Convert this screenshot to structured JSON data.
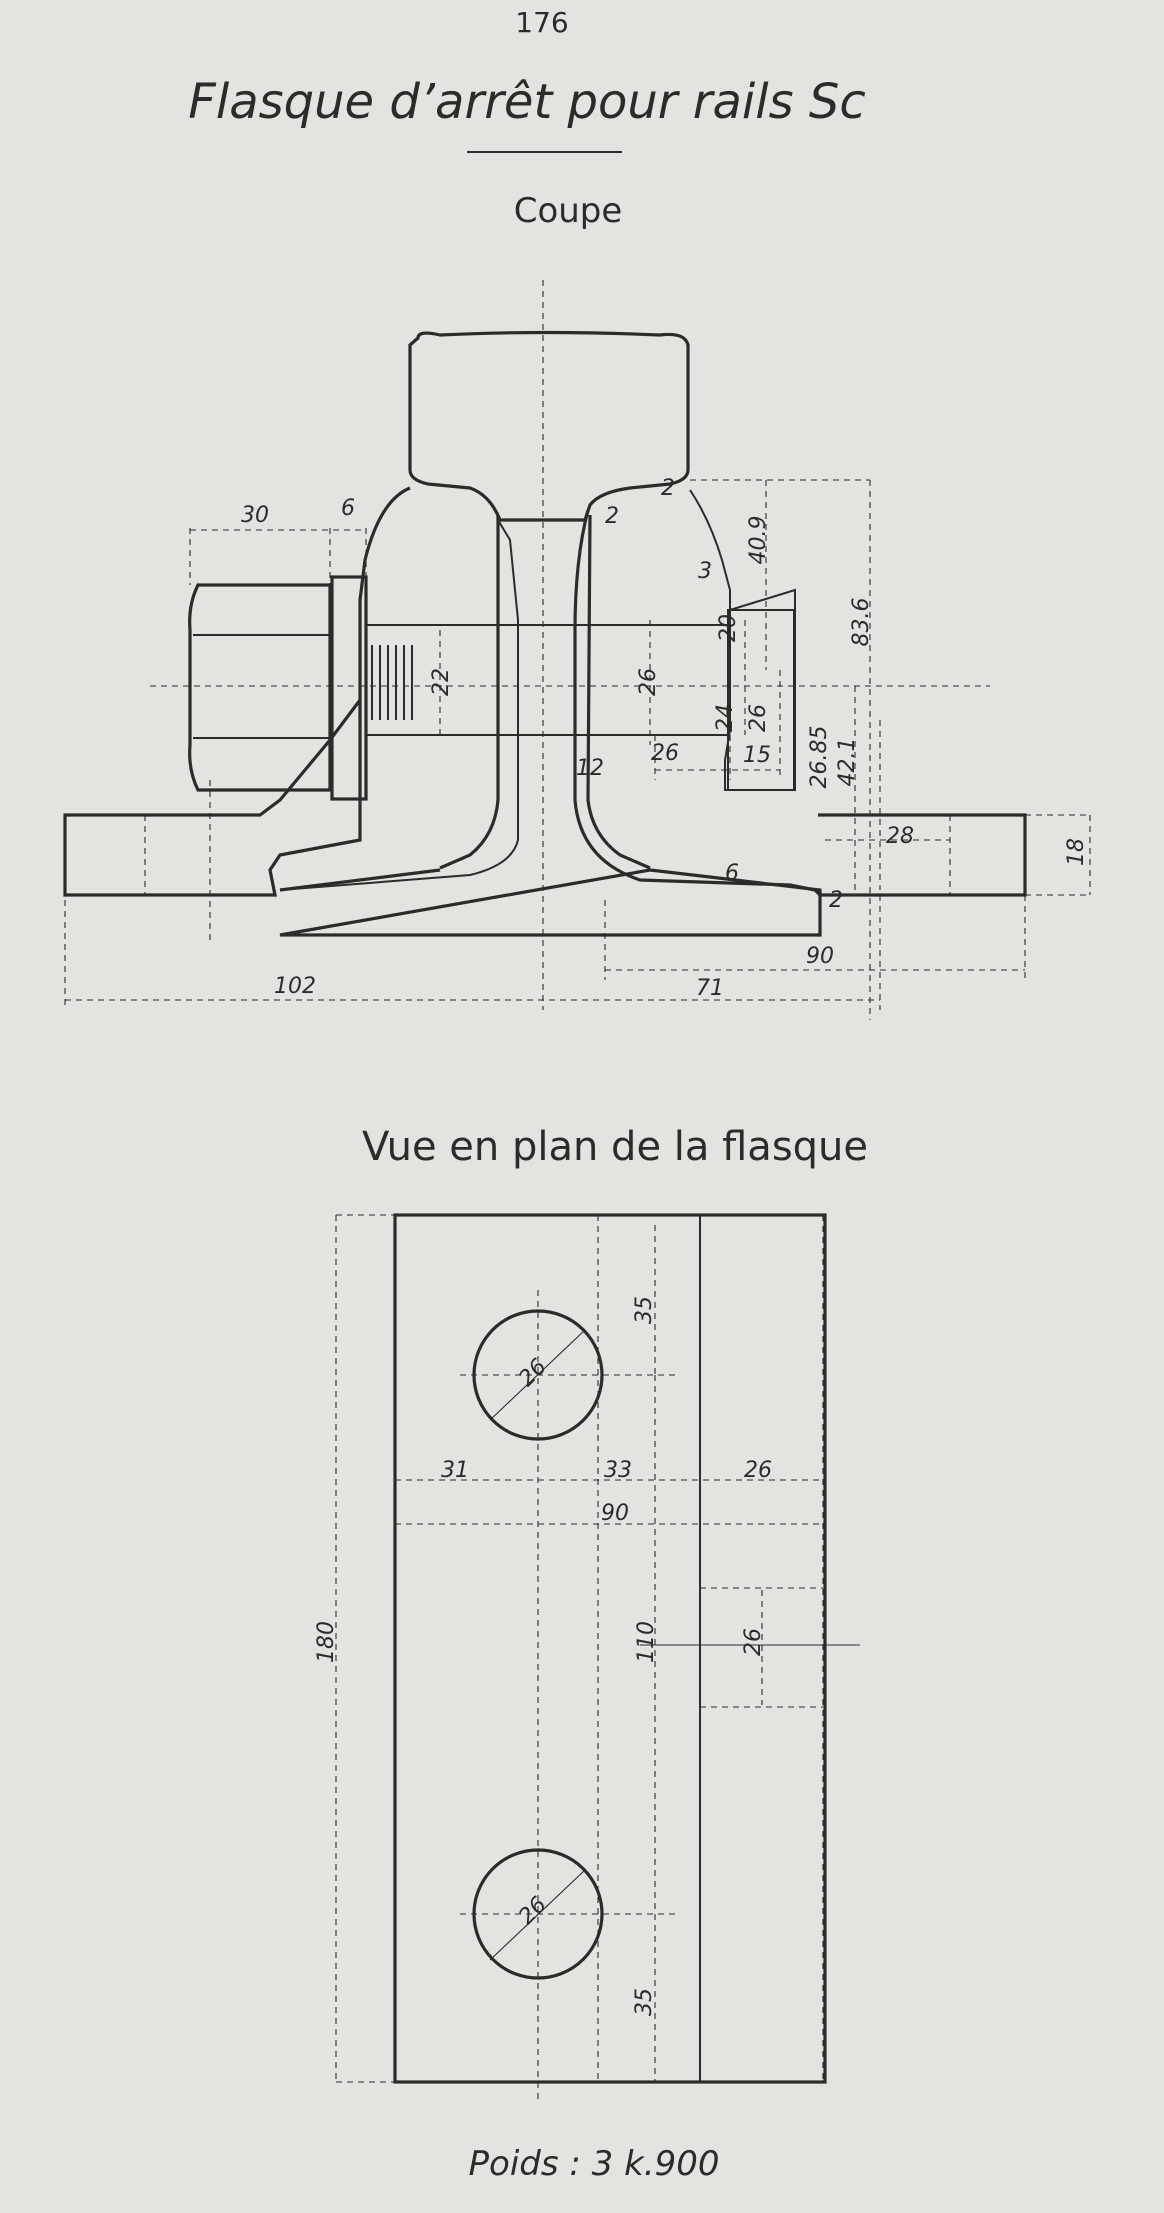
{
  "page_number": "176",
  "title": "Flasque d’arrêt pour rails Sc",
  "section_coupe": "Coupe",
  "section_plan": "Vue en plan de la flasque",
  "weight": "Poids : 3 k.900",
  "coupe_dims": {
    "d30": "30",
    "d6": "6",
    "d22": "22",
    "d26_bolt": "26",
    "d12": "12",
    "d26_b": "26",
    "d24": "24",
    "d26_c": "26",
    "d15": "15",
    "d20": "20",
    "d40_9": "40.9",
    "d83_6": "83.6",
    "d26_85": "26.85",
    "d42_1": "42.1",
    "d28": "28",
    "d18": "18",
    "d90": "90",
    "d102": "102",
    "d71": "71",
    "r2a": "2",
    "r2b": "2",
    "r3": "3",
    "r6": "6",
    "r2c": "2"
  },
  "plan_dims": {
    "d35_top": "35",
    "d26_hole1": "26",
    "d31": "31",
    "d33": "33",
    "d26_right": "26",
    "d90": "90",
    "d180": "180",
    "d110": "110",
    "d26_slot": "26",
    "d26_hole2": "26",
    "d35_bot": "35"
  }
}
